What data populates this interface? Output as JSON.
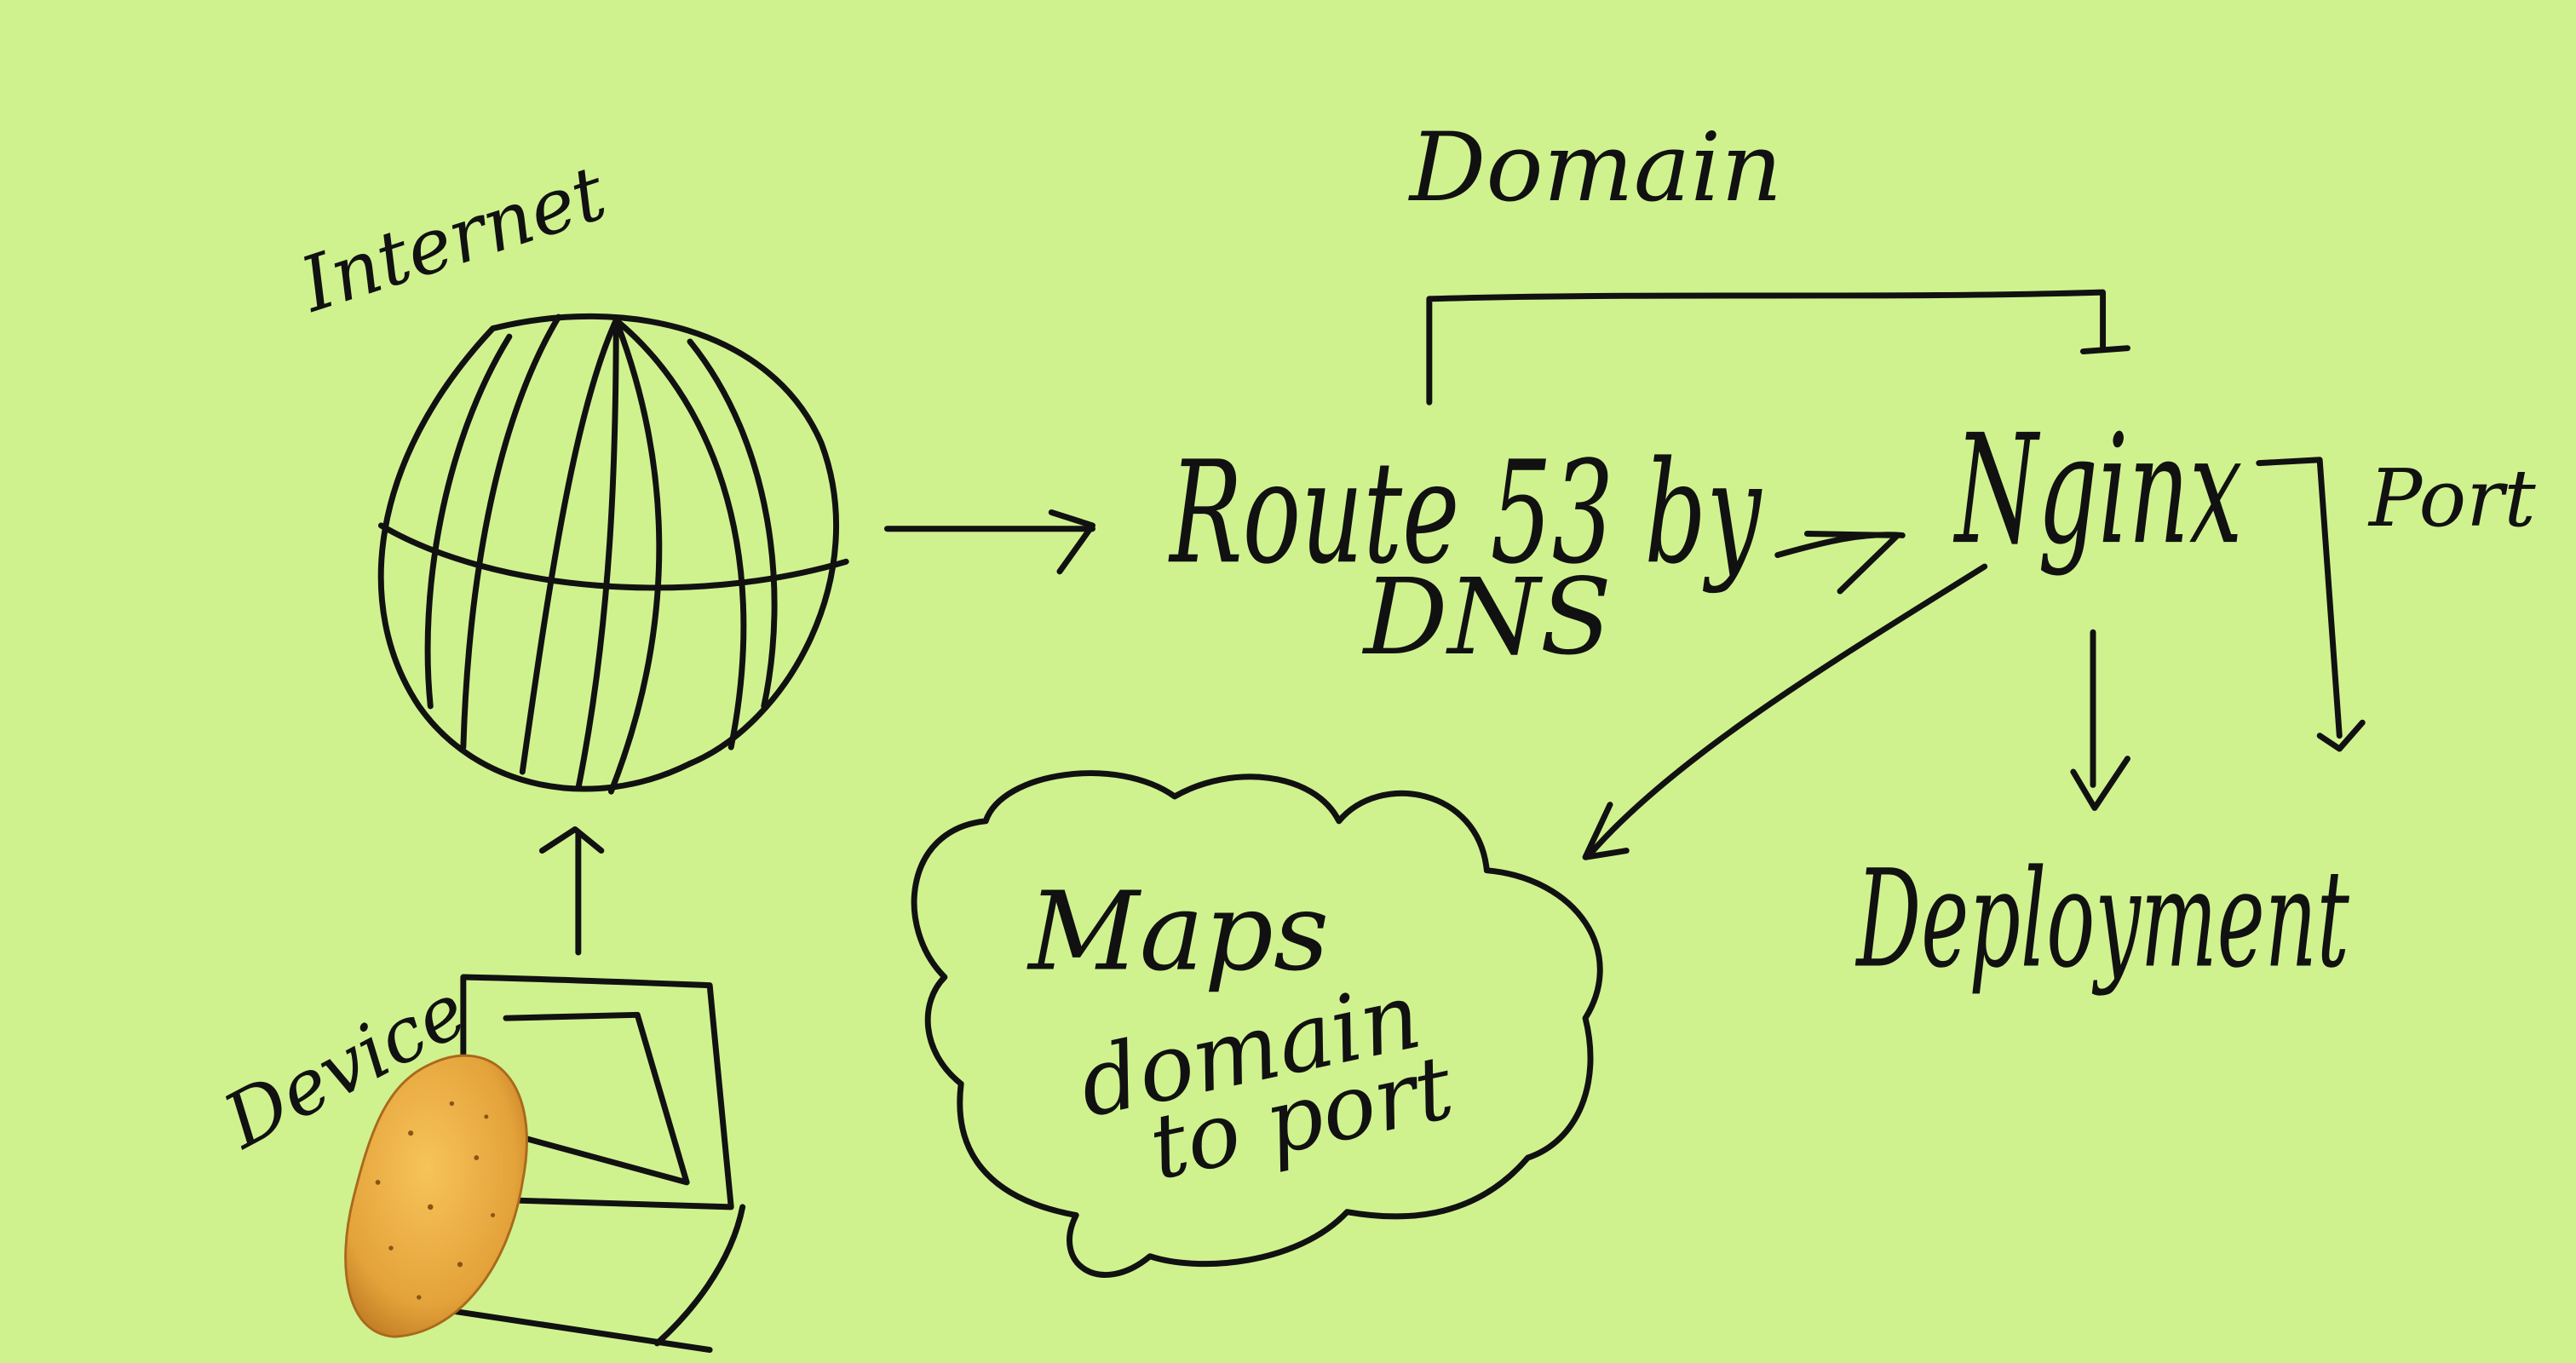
{
  "diagram": {
    "internet_label": "Internet",
    "domain_label": "Domain",
    "route53_label": "Route 53 by",
    "dns_label": "DNS",
    "nginx_label": "Nginx",
    "port_label": "Port",
    "deployment_label": "Deployment",
    "cloud_note_line1": "Maps",
    "cloud_note_line2": "domain",
    "cloud_note_line3": "to port",
    "device_label": "Device"
  },
  "colors": {
    "background": "#cff28f",
    "ink": "#111111",
    "potato": "#e7a93a"
  }
}
